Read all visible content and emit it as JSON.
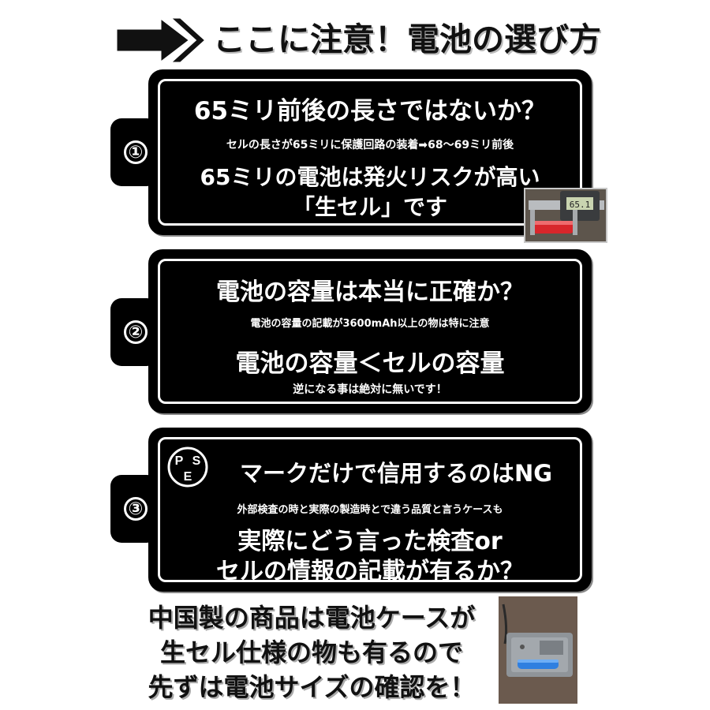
{
  "header": {
    "title": "ここに注意！電池の選び方",
    "arrow_icon": "double-arrow-right-icon"
  },
  "sections": [
    {
      "number": "①",
      "heading": "65ミリ前後の長さではないか？",
      "note": "セルの長さが65ミリに保護回路の装着➡68～69ミリ前後",
      "lines": [
        "65ミリの電池は発火リスクが高い",
        "「生セル」です"
      ]
    },
    {
      "number": "②",
      "heading": "電池の容量は本当に正確か？",
      "note": "電池の容量の記載が3600mAh以上の物は特に注意",
      "lines": [
        "電池の容量＜セルの容量"
      ],
      "sub_note": "逆になる事は絶対に無いです！"
    },
    {
      "number": "③",
      "heading": "マークだけで信用するのはNG",
      "note": "外部検査の時と実際の製造時とで違う品質と言うケースも",
      "lines": [
        "実際にどう言った検査or",
        "セルの情報の記載が有るか？"
      ],
      "logo_letters": [
        "P",
        "S",
        "E"
      ]
    }
  ],
  "photo_caliper": {
    "display": "65.1"
  },
  "footer": {
    "lines": [
      "中国製の商品は電池ケースが",
      "生セル仕様の物も有るので",
      "先ずは電池サイズの確認を！"
    ]
  },
  "colors": {
    "panel": "#000000",
    "text_on_panel": "#ffffff",
    "battery_red": "#d8262b",
    "battery_blue": "#2f7fe0"
  }
}
